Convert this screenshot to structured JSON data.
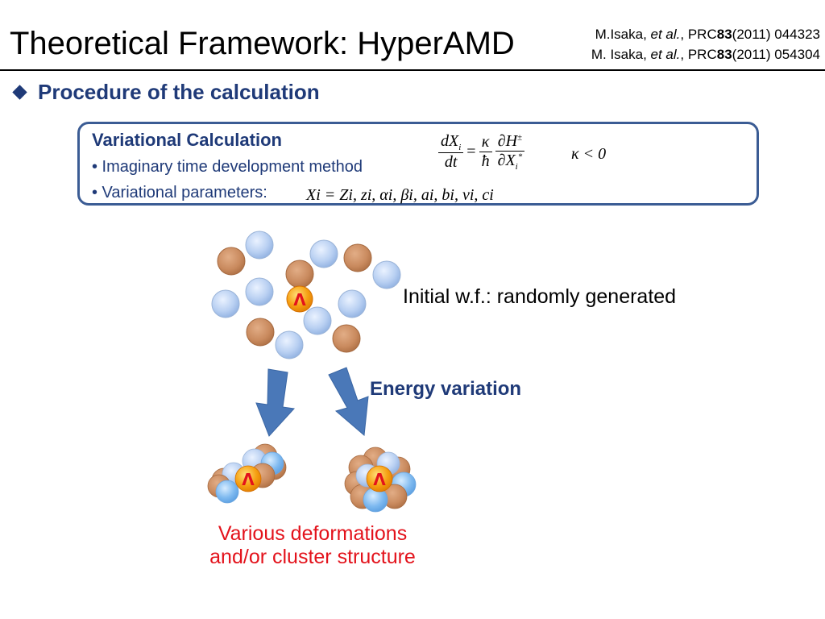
{
  "header": {
    "title": "Theoretical Framework: HyperAMD",
    "references": [
      {
        "authors": "M.Isaka, ",
        "etal": "et al.",
        "journal": ", PRC",
        "volume": "83",
        "rest": "(2011) 044323"
      },
      {
        "authors": "M. Isaka, ",
        "etal": "et al.",
        "journal": ", PRC",
        "volume": "83",
        "rest": "(2011) 054304"
      }
    ]
  },
  "section": {
    "bullet": "Procedure of the calculation"
  },
  "variational_box": {
    "title": "Variational Calculation",
    "items": [
      "• Imaginary time development method",
      "• Variational parameters:"
    ],
    "equation_lhs_num": "dX",
    "equation_lhs_den": "dt",
    "equation_rhs_coef_num": "κ",
    "equation_rhs_coef_den": "ħ",
    "equation_rhs_num": "∂H",
    "equation_rhs_den": "∂X",
    "kappa_condition": "κ < 0",
    "parameters_text": "Xi = Zi, zi, αi, βi, ai, bi, νi, ci"
  },
  "diagram": {
    "initial_label": "Initial w.f.: randomly generated",
    "arrow_label": "Energy variation",
    "result_label_line1": "Various deformations",
    "result_label_line2": "and/or cluster structure",
    "lambda_symbol": "Λ"
  },
  "colors": {
    "accent_blue": "#1f3a78",
    "box_border": "#3b5c94",
    "result_red": "#e3121b",
    "proton_brown": "#c98a5e",
    "neutron_blue": "#b9d0f2",
    "lambda_orange": "#f6a012",
    "arrow_blue": "#4a78b8"
  }
}
